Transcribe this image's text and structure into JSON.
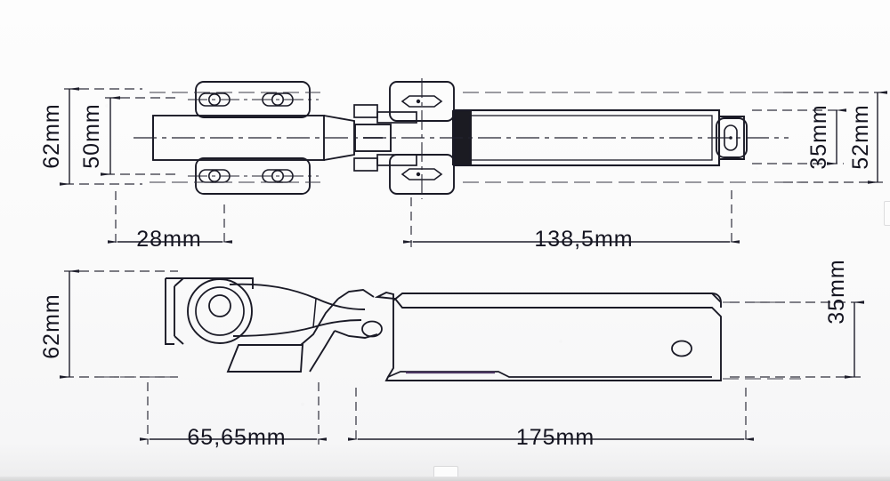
{
  "document": {
    "kind": "engineering-drawing",
    "subject": "Over-centre toggle latch / adjustable door lock",
    "views": [
      {
        "name": "top-view",
        "label": ""
      },
      {
        "name": "side-view",
        "label": ""
      }
    ]
  },
  "dimensions": {
    "top_view": {
      "left_outer_height": "62mm",
      "left_inner_height": "50mm",
      "right_inner_height": "35mm",
      "right_outer_height": "52mm",
      "left_length": "28mm",
      "right_length": "138,5mm"
    },
    "side_view": {
      "left_height": "62mm",
      "right_height": "35mm",
      "left_length": "65,65mm",
      "right_length": "175mm"
    }
  },
  "labels": {
    "d_62_top": "62mm",
    "d_50_top": "50mm",
    "d_35_top": "35mm",
    "d_52_top": "52mm",
    "d_28": "28mm",
    "d_138_5": "138,5mm",
    "d_62_side": "62mm",
    "d_35_side": "35mm",
    "d_65_65": "65,65mm",
    "d_175": "175mm"
  },
  "colors": {
    "line": "#1a1a26",
    "dimline": "#262634",
    "fill_dark": "#1b1b22",
    "paper": "#fbfbfc",
    "tint": "#6b4b8a"
  },
  "features": {
    "top_view": {
      "mounting_holes": 4,
      "hole_style": "slotted-oval",
      "end_slot": 1,
      "dark_block": true
    },
    "side_view": {
      "cam_circles": 3,
      "pivot_hole": 1,
      "body_holes": 2
    }
  }
}
